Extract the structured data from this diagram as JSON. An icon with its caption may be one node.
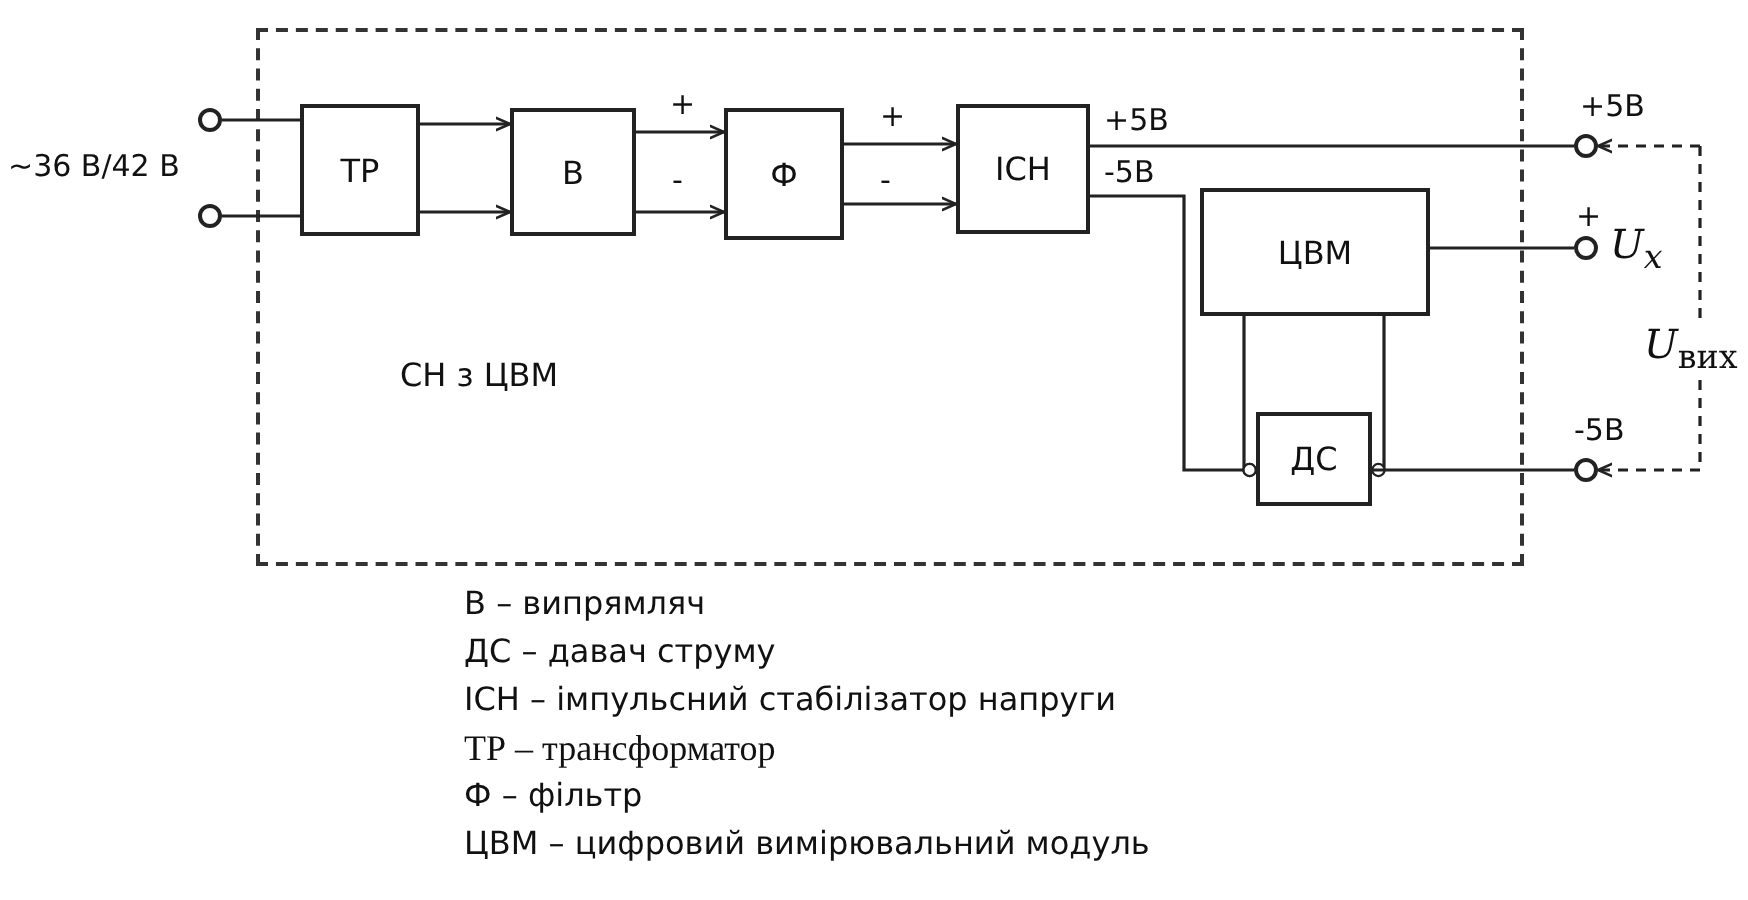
{
  "diagram": {
    "nodes": [
      {
        "text": [
          "СН з ЦВМ"
        ]
      },
      {
        "text": [
          "ТР"
        ],
        "in": 0
      },
      {
        "text": [
          "В"
        ],
        "in": 0
      },
      {
        "text": [
          "Ф"
        ],
        "in": 0
      },
      {
        "text": [
          "ІСН"
        ],
        "in": 0
      },
      {
        "text": [
          "ЦВМ"
        ],
        "in": 0
      },
      {
        "text": [
          "ДС"
        ],
        "in": 0
      },
      {
        "text": [],
        "shape": "circle"
      },
      {
        "text": [],
        "shape": "circle"
      },
      {
        "text": [],
        "shape": "circle",
        "beside": [
          "+5В"
        ]
      },
      {
        "text": [],
        "shape": "circle",
        "beside": [
          "+",
          "U$_{x}$"
        ]
      },
      {
        "text": [],
        "shape": "circle",
        "beside": [
          "-5В"
        ]
      }
    ],
    "edges": [
      {
        "from": 7,
        "to": 1,
        "arrow": "none"
      },
      {
        "from": 8,
        "to": 1,
        "arrow": "none"
      },
      {
        "from": 1,
        "to": 2,
        "arrow": "to"
      },
      {
        "from": 1,
        "to": 2,
        "arrow": "to"
      },
      {
        "from": 2,
        "to": 3,
        "arrow": "to",
        "label": "+"
      },
      {
        "from": 2,
        "to": 3,
        "arrow": "to",
        "label": "-"
      },
      {
        "from": 3,
        "to": 4,
        "arrow": "to",
        "label": "+"
      },
      {
        "from": 3,
        "to": 4,
        "arrow": "to",
        "label": "-"
      },
      {
        "from": 4,
        "to": 9,
        "arrow": "none",
        "label": "+5В"
      },
      {
        "from": 4,
        "to": 6,
        "arrow": "other",
        "label": "-5В"
      },
      {
        "from": 5,
        "to": 10,
        "arrow": "none"
      },
      {
        "from": 5,
        "to": 6,
        "arrow": "other"
      },
      {
        "from": 5,
        "to": 6,
        "arrow": "other"
      },
      {
        "from": 6,
        "to": 11,
        "arrow": "none"
      },
      {
        "from": null,
        "to": 9,
        "arrow": "to",
        "style": "dashed"
      },
      {
        "from": null,
        "to": 11,
        "arrow": "to",
        "style": "dashed"
      }
    ],
    "labels": [
      "~36 В/42 В",
      "*U*$_{вих}$",
      "В – випрямляч",
      "ДС – давач струму",
      "ІСН – імпульсний стабілізатор напруги",
      "ТР – трансформатор",
      "Ф – фільтр",
      "ЦВМ – цифровий вимірювальний модуль"
    ]
  }
}
